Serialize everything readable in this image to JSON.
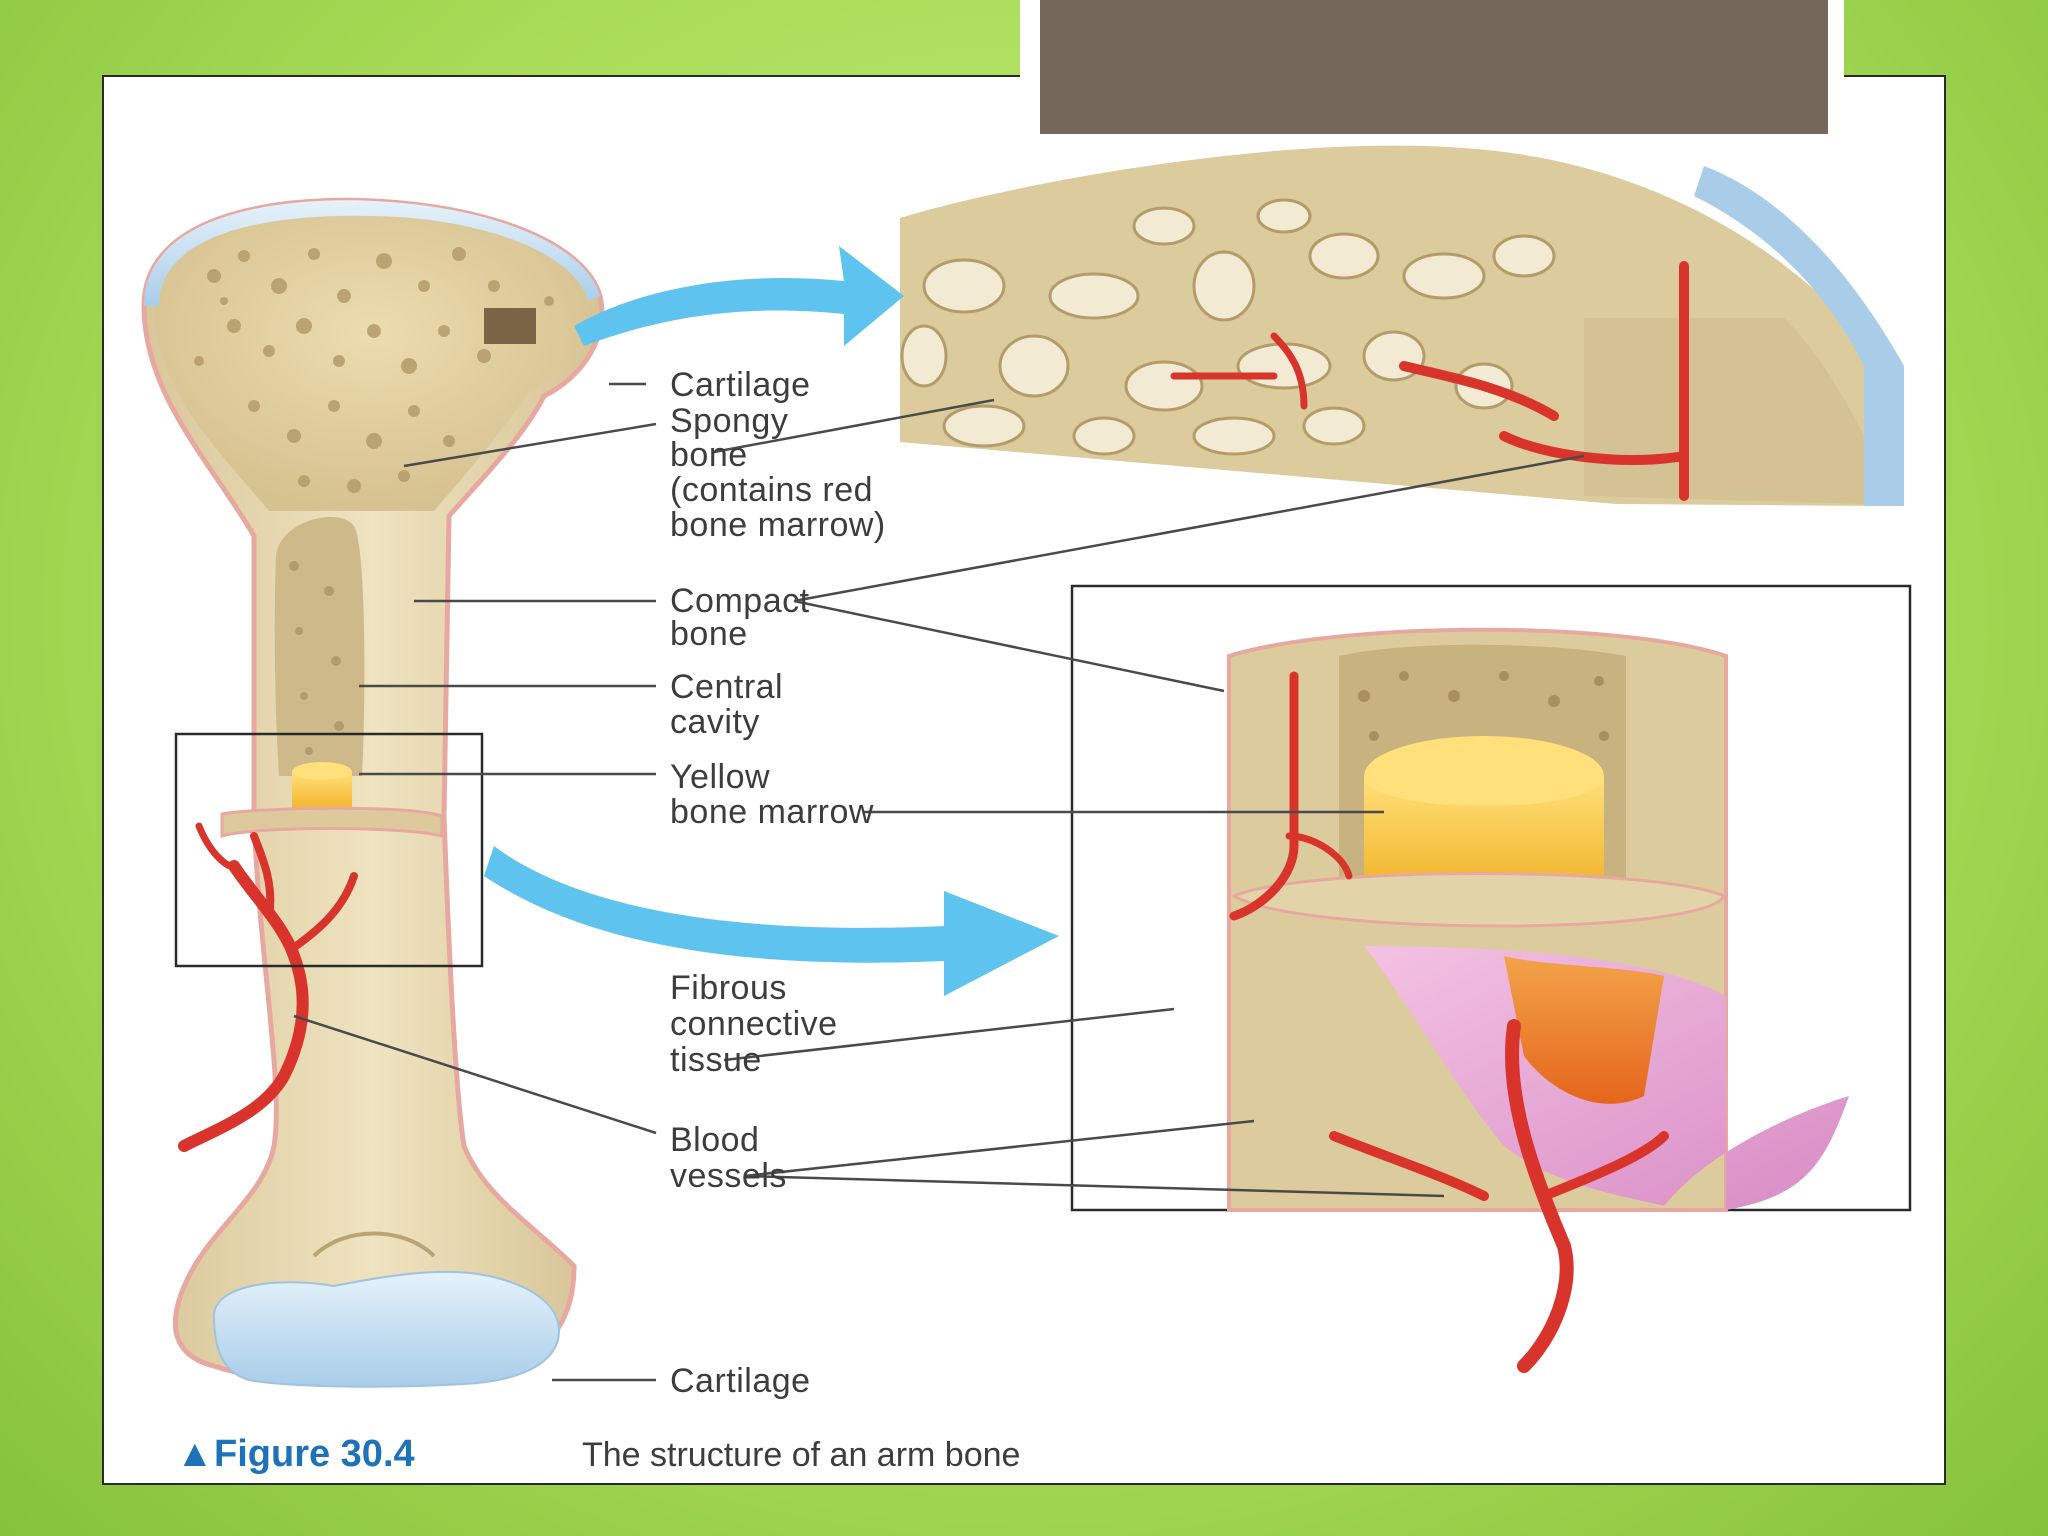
{
  "colors": {
    "background": "#a6d65a",
    "title_bar": "#73685a",
    "bone": "#e7d9b0",
    "bone_dark": "#cbb888",
    "cartilage": "#bcd9ee",
    "marrow_yellow": "#f5c132",
    "vessel": "#d9342b",
    "fibrous": "#e9a6d3",
    "arrow": "#5ec3ee",
    "caption_accent": "#1e73b8"
  },
  "labels": {
    "cartilage_top": "Cartilage",
    "spongy_1": "Spongy",
    "spongy_2": "bone",
    "spongy_3": "(contains red",
    "spongy_4": "bone marrow)",
    "compact_1": "Compact",
    "compact_2": "bone",
    "central_1": "Central",
    "central_2": "cavity",
    "yellow_1": "Yellow",
    "yellow_2": "bone marrow",
    "fibrous_1": "Fibrous",
    "fibrous_2": "connective",
    "fibrous_3": "tissue",
    "blood_1": "Blood",
    "blood_2": "vessels",
    "cartilage_bottom": "Cartilage"
  },
  "caption": {
    "marker": "▲",
    "figure_number": "Figure 30.4",
    "text": "The structure of an arm bone"
  }
}
